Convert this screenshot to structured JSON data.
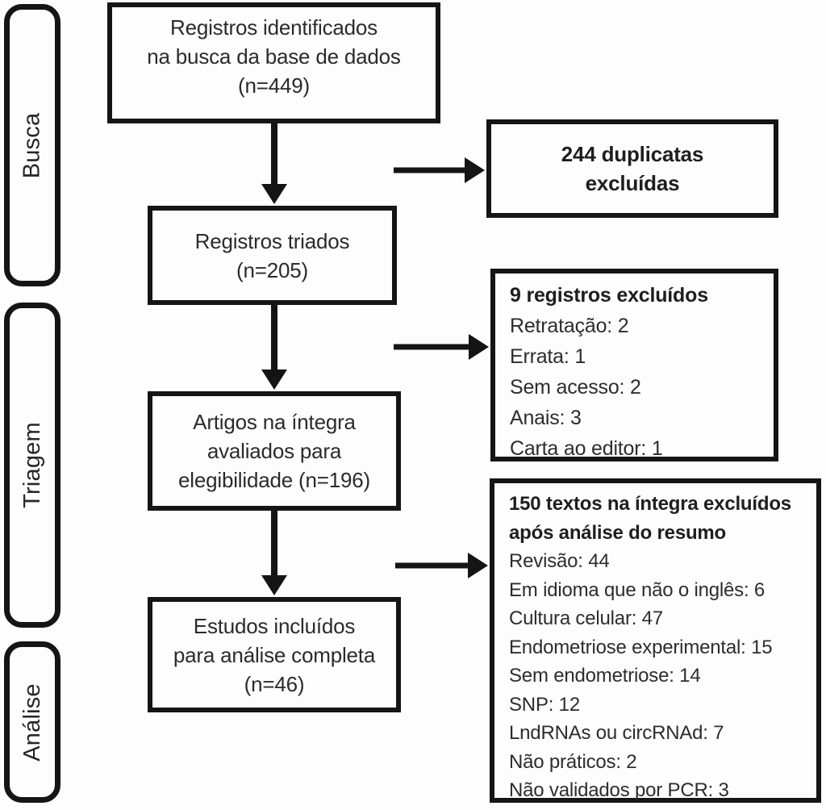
{
  "diagram": {
    "stages": {
      "busca": "Busca",
      "triagem": "Triagem",
      "analise": "Análise"
    },
    "flow": {
      "identified": "Registros identificados\nna busca da base de dados\n(n=449)",
      "screened": "Registros triados\n(n=205)",
      "eligibility": "Artigos na íntegra\navaliados para\nelegibilidade (n=196)",
      "included": "Estudos incluídos\npara análise completa\n(n=46)"
    },
    "exclusions": {
      "duplicates": {
        "title": "244 duplicatas\nexcluídas"
      },
      "records": {
        "title": "9 registros excluídos",
        "items": [
          "Retratação: 2",
          "Errata: 1",
          "Sem acesso: 2",
          "Anais: 3",
          "Carta ao editor: 1"
        ]
      },
      "fulltext": {
        "title": "150 textos na íntegra excluídos\napós análise do resumo",
        "items": [
          "Revisão: 44",
          "Em idioma que não o inglês: 6",
          "Cultura celular: 47",
          "Endometriose experimental: 15",
          "Sem endometriose: 14",
          "SNP: 12",
          "LndRNAs ou circRNAd: 7",
          "Não práticos: 2",
          "Não validados por PCR: 3"
        ]
      }
    }
  }
}
